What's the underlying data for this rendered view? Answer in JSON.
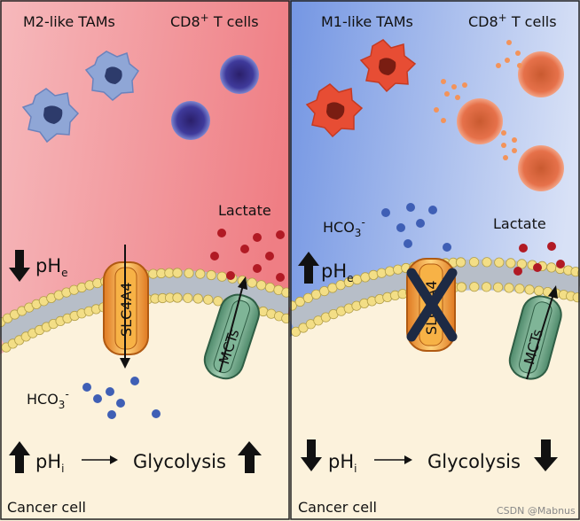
{
  "left": {
    "tam_label": "M2-like TAMs",
    "tcell_label": "CD8",
    "tcell_sup": "+",
    "tcell_suffix": " T cells",
    "lactate": "Lactate",
    "transporter": "SLC4A4",
    "mct": "MCTs",
    "ph_e": "pH",
    "ph_e_sub": "e",
    "hco3": "HCO",
    "hco3_sub": "3",
    "hco3_sup": "-",
    "ph_i": "pH",
    "ph_i_sub": "i",
    "glycolysis": "Glycolysis",
    "cancer_cell": "Cancer cell"
  },
  "right": {
    "tam_label": "M1-like TAMs",
    "tcell_label": "CD8",
    "tcell_sup": "+",
    "tcell_suffix": " T cells",
    "lactate": "Lactate",
    "transporter": "SLC4A4",
    "mct": "MCTs",
    "ph_e": "pH",
    "ph_e_sub": "e",
    "hco3": "HCO",
    "hco3_sub": "3",
    "hco3_sup": "-",
    "ph_i": "pH",
    "ph_i_sub": "i",
    "glycolysis": "Glycolysis",
    "cancer_cell": "Cancer cell"
  },
  "watermark": "CSDN @Mabnus",
  "colors": {
    "left_bg": "#f08a8e",
    "right_bg": "#7d9fe6",
    "cytoplasm": "#fcf2dc",
    "bicarbonate": "#3f5fb5",
    "lactate": "#b11a24",
    "transporter": "#f0a23a",
    "mct": "#5e9c7c"
  }
}
